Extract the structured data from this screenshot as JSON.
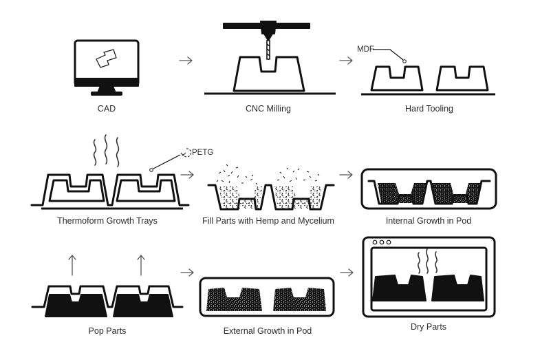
{
  "steps": [
    {
      "label": "CAD"
    },
    {
      "label": "CNC Milling"
    },
    {
      "label": "Hard Tooling"
    },
    {
      "label": "Thermoform Growth Trays"
    },
    {
      "label": "Fill Parts with Hemp and Mycelium"
    },
    {
      "label": "Internal Growth in Pod"
    },
    {
      "label": "Pop Parts"
    },
    {
      "label": "External Growth in Pod"
    },
    {
      "label": "Dry Parts"
    }
  ],
  "annotations": {
    "mdf": "MDF",
    "petg": "PETG"
  },
  "icons": {
    "recycle": "recycle-icon",
    "arrow": "arrow-right-icon",
    "steam": "steam-icon",
    "up": "arrow-up-icon"
  },
  "colors": {
    "ink": "#111111",
    "text": "#2b2b2b",
    "background": "#ffffff"
  }
}
